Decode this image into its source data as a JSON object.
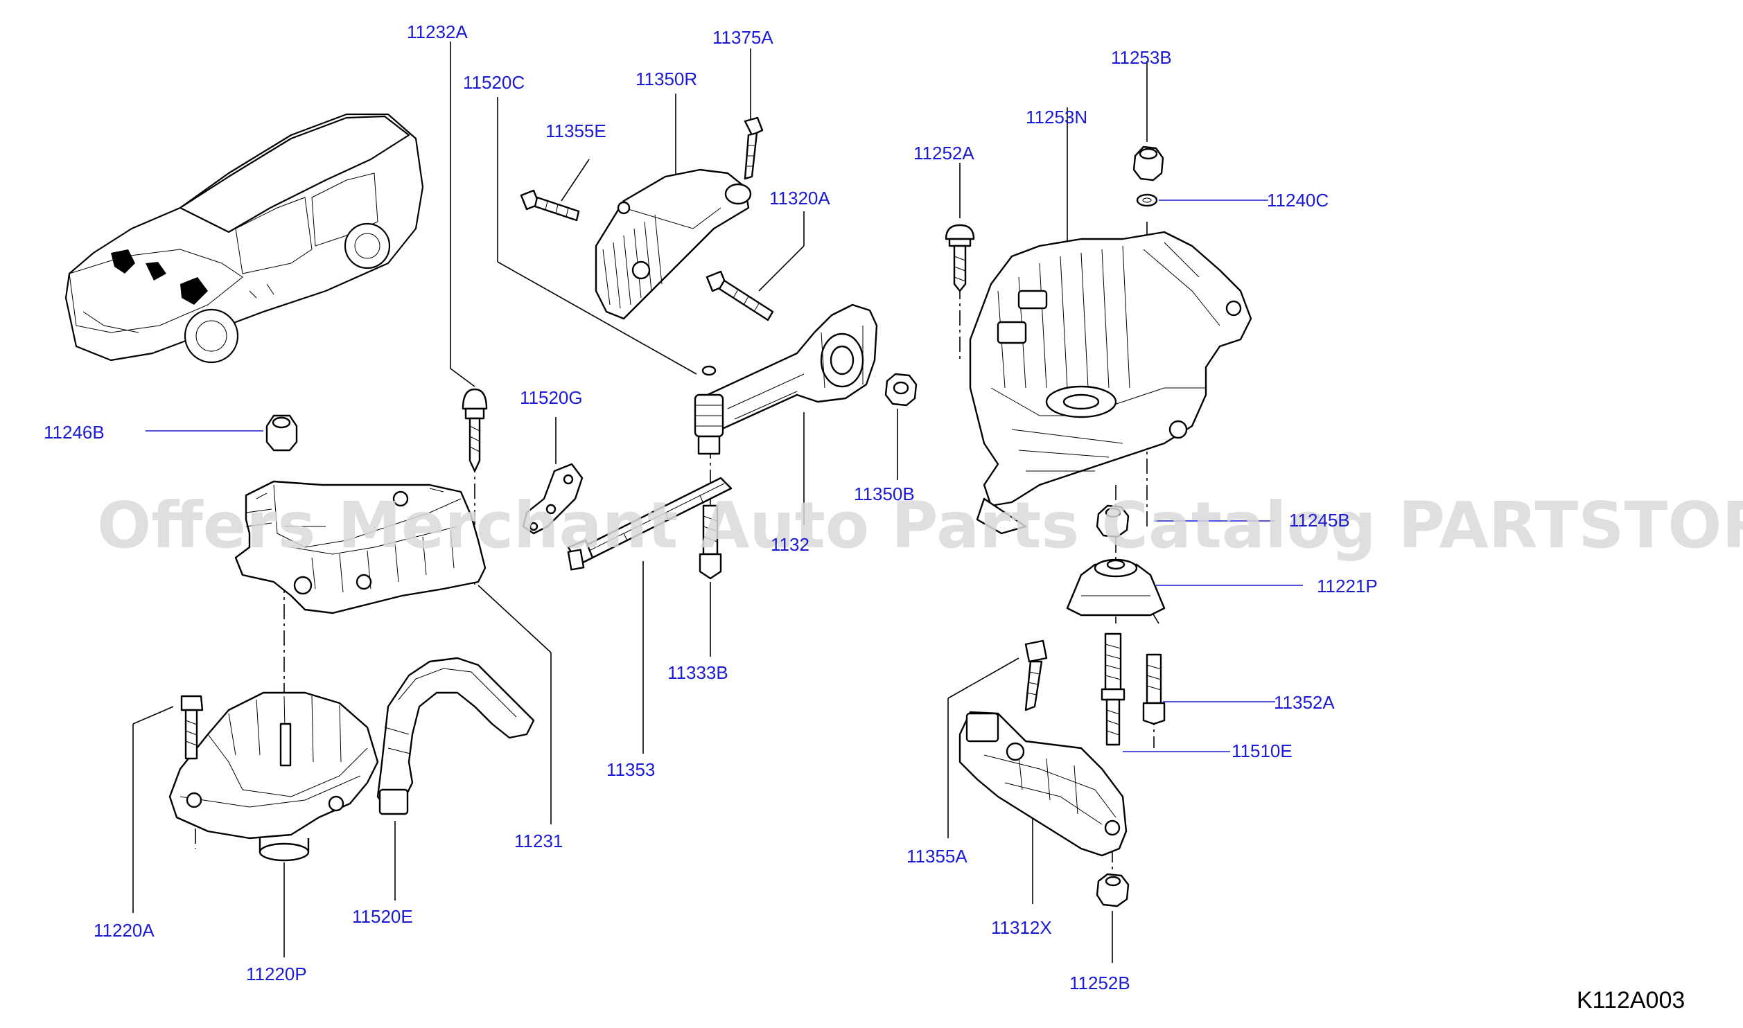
{
  "watermark": "Offers Merchant Auto Parts Catalog PARTSTORE.SA",
  "diagram_code": "K112A003",
  "part_numbers": {
    "p11232A": "11232A",
    "p11375A": "11375A",
    "p11520C": "11520C",
    "p11350R": "11350R",
    "p11355E": "11355E",
    "p11320A": "11320A",
    "p11520G": "11520G",
    "p11246B": "11246B",
    "p11350B": "11350B",
    "p11320": "1132",
    "p11333B": "11333B",
    "p11353": "11353",
    "p11231": "11231",
    "p11220A": "11220A",
    "p11220P": "11220P",
    "p11520E": "11520E",
    "p11253B": "11253B",
    "p11253N": "11253N",
    "p11252A": "11252A",
    "p11240C": "11240C",
    "p11245B": "11245B",
    "p11221P": "11221P",
    "p11352A": "11352A",
    "p11510E": "11510E",
    "p11355A": "11355A",
    "p11312X": "11312X",
    "p11252B": "11252B"
  }
}
